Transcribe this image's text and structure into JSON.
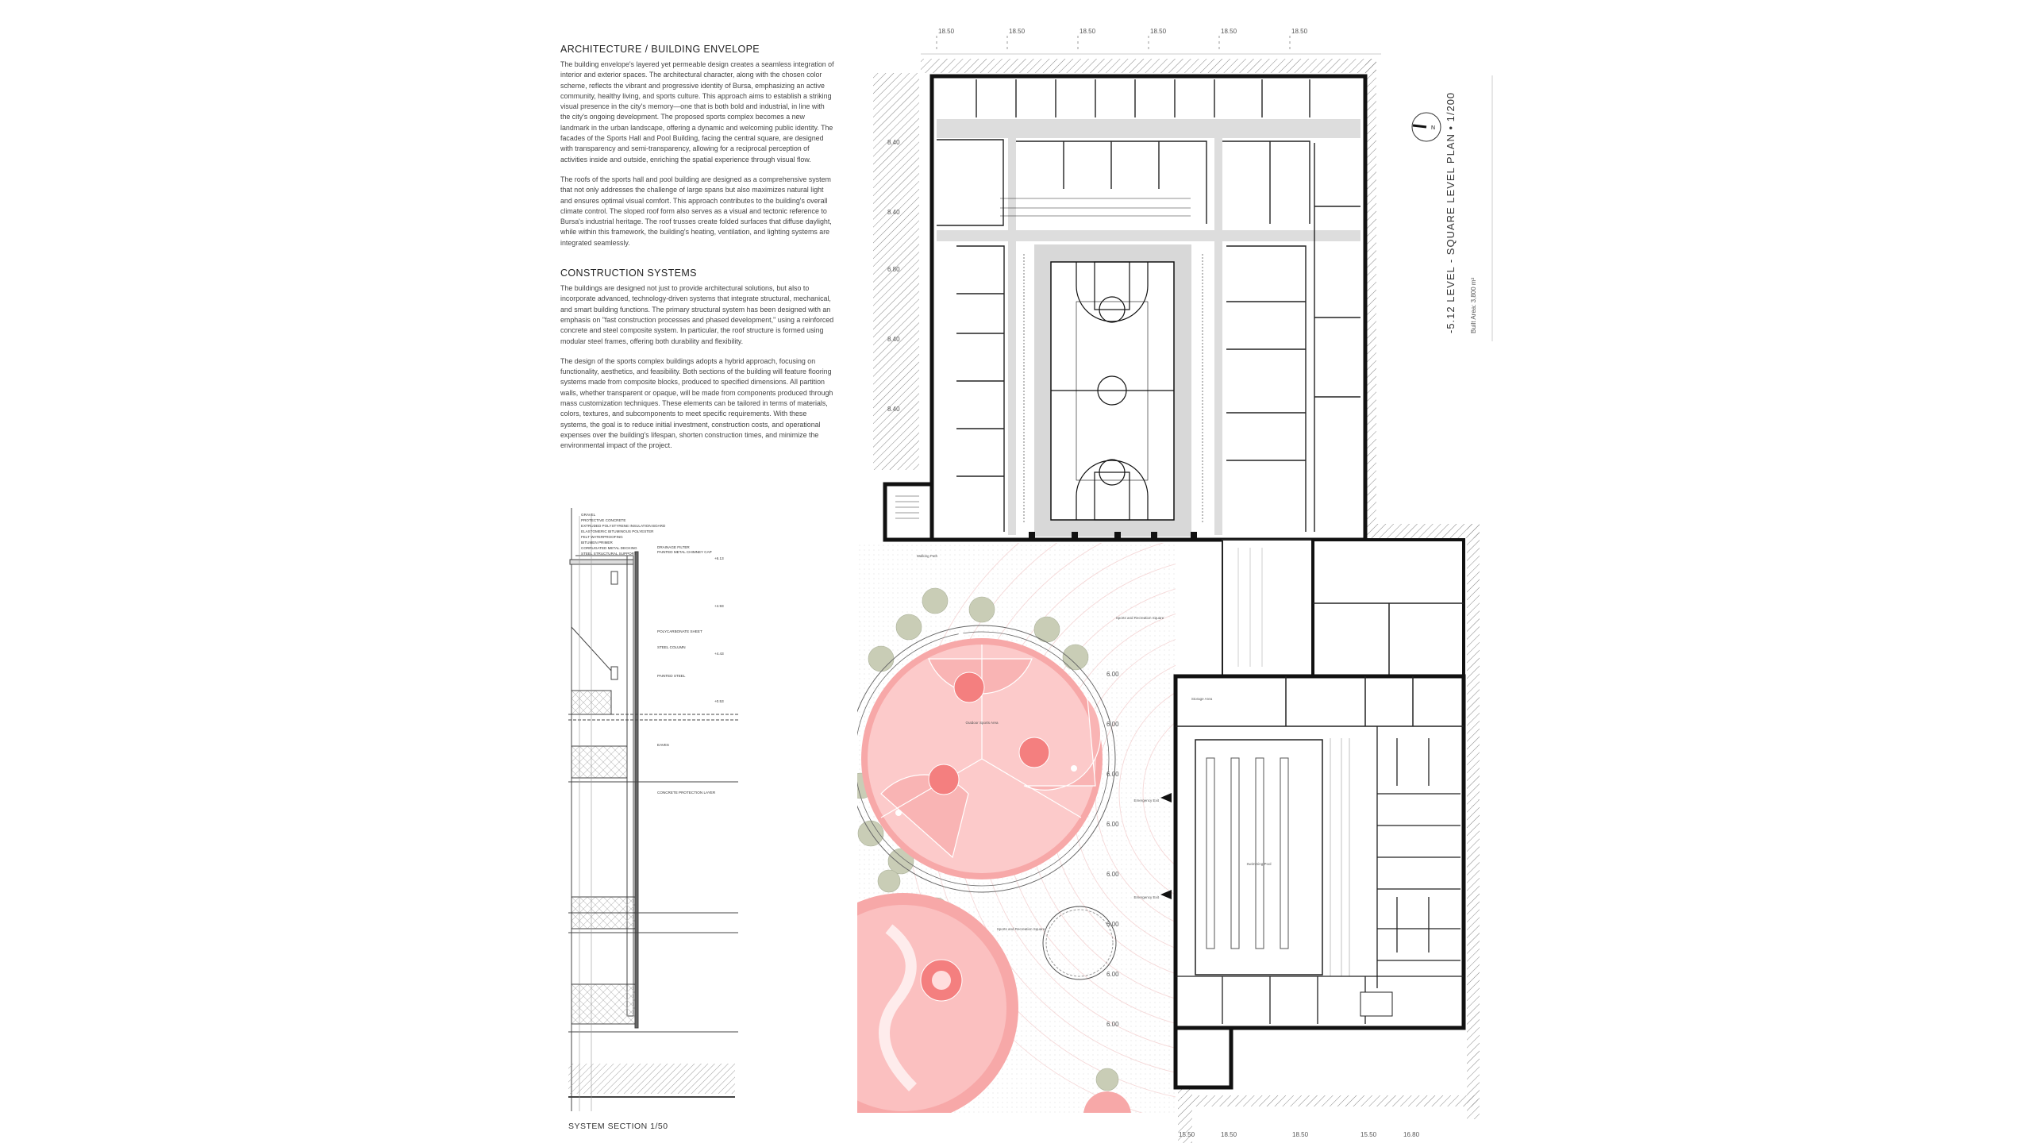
{
  "text": {
    "heading1": "ARCHITECTURE / BUILDING ENVELOPE",
    "p1": "The building envelope's layered yet permeable design creates a seamless integration of interior and exterior spaces. The architectural character, along with the chosen color scheme, reflects the vibrant and progressive identity of Bursa, emphasizing an active community, healthy living, and sports culture. This approach aims to establish a striking visual presence in the city's memory—one that is both bold and industrial, in line with the city's ongoing development. The proposed sports complex becomes a new landmark in the urban landscape, offering a dynamic and welcoming public identity. The facades of the Sports Hall and Pool Building, facing the central square, are designed with transparency and semi-transparency, allowing for a reciprocal perception of activities inside and outside, enriching the spatial experience through visual flow.",
    "p2": "The roofs of the sports hall and pool building are designed as a comprehensive system that not only addresses the challenge of large spans but also maximizes natural light and ensures optimal visual comfort. This approach contributes to the building's overall climate control. The sloped roof form also serves as a visual and tectonic reference to Bursa's industrial heritage. The roof trusses create folded surfaces that diffuse daylight, while within this framework, the building's heating, ventilation, and lighting systems are integrated seamlessly.",
    "heading2": "CONSTRUCTION SYSTEMS",
    "p3": "The buildings are designed not just to provide architectural solutions, but also to incorporate advanced, technology-driven systems that integrate structural, mechanical, and smart building functions. The primary structural system has been designed with an emphasis on \"fast construction processes and phased development,\" using a reinforced concrete and steel composite system. In particular, the roof structure is formed using modular steel frames, offering both durability and flexibility.",
    "p4": "The design of the sports complex buildings adopts a hybrid approach, focusing on functionality, aesthetics, and feasibility. Both sections of the building will feature flooring systems made from composite blocks, produced to specified dimensions. All partition walls, whether transparent or opaque, will be made from components produced through mass customization techniques. These elements can be tailored in terms of materials, colors, textures, and subcomponents to meet specific requirements. With these systems, the goal is to reduce initial investment, construction costs, and operational expenses over the building's lifespan, shorten construction times, and minimize the environmental impact of the project."
  },
  "plan": {
    "title": "-5.12 LEVEL - SQUARE LEVEL PLAN  •  1/200",
    "built_area": "Built Area: 3,800 m²",
    "north": "N",
    "top_dims": [
      "18.50",
      "18.50",
      "18.50",
      "18.50",
      "18.50",
      "18.50"
    ],
    "left_dims": [
      "8.40",
      "8.40",
      "6.80",
      "8.40",
      "8.40"
    ],
    "bottom_dims": [
      "15.50",
      "18.50",
      "18.50",
      "15.50",
      "16.80"
    ],
    "plaza_dims": [
      "6.00",
      "6.00",
      "6.00",
      "6.00",
      "6.00",
      "6.00",
      "6.00",
      "6.00"
    ],
    "labels": {
      "outdoor": "Outdoor Sports Area",
      "square": "Sports and Recreation Square",
      "square2": "Sports and Recreation Square",
      "pool": "Swimming Pool",
      "exit1": "Emergency Exit",
      "exit2": "Emergency Exit",
      "storage": "Storage Area",
      "walking": "Walking Path"
    }
  },
  "section": {
    "title": "SYSTEM SECTION  1/50",
    "labels": [
      "GRAVEL",
      "PROTECTIVE CONCRETE",
      "EXTRUDED POLYSTYRENE INSULATION BOARD",
      "ELASTOMERIC BITUMINOUS POLYESTER",
      "FELT WATERPROOFING",
      "BITUMEN PRIMER",
      "CORRUGATED METAL DECKING",
      "STEEL STRUCTURAL SUPPORT"
    ],
    "right_labels": [
      "DRAINAGE FILTER",
      "PAINTED METAL CHIMNEY CAP",
      "POLYCARBONATE SHEET",
      "STEEL COLUMN",
      "PAINTED STEEL",
      "CONCRETE PROTECTION LAYER",
      "EAVES"
    ],
    "levels": [
      "+6.13",
      "+4.93",
      "+4.43",
      "+0.53"
    ]
  }
}
